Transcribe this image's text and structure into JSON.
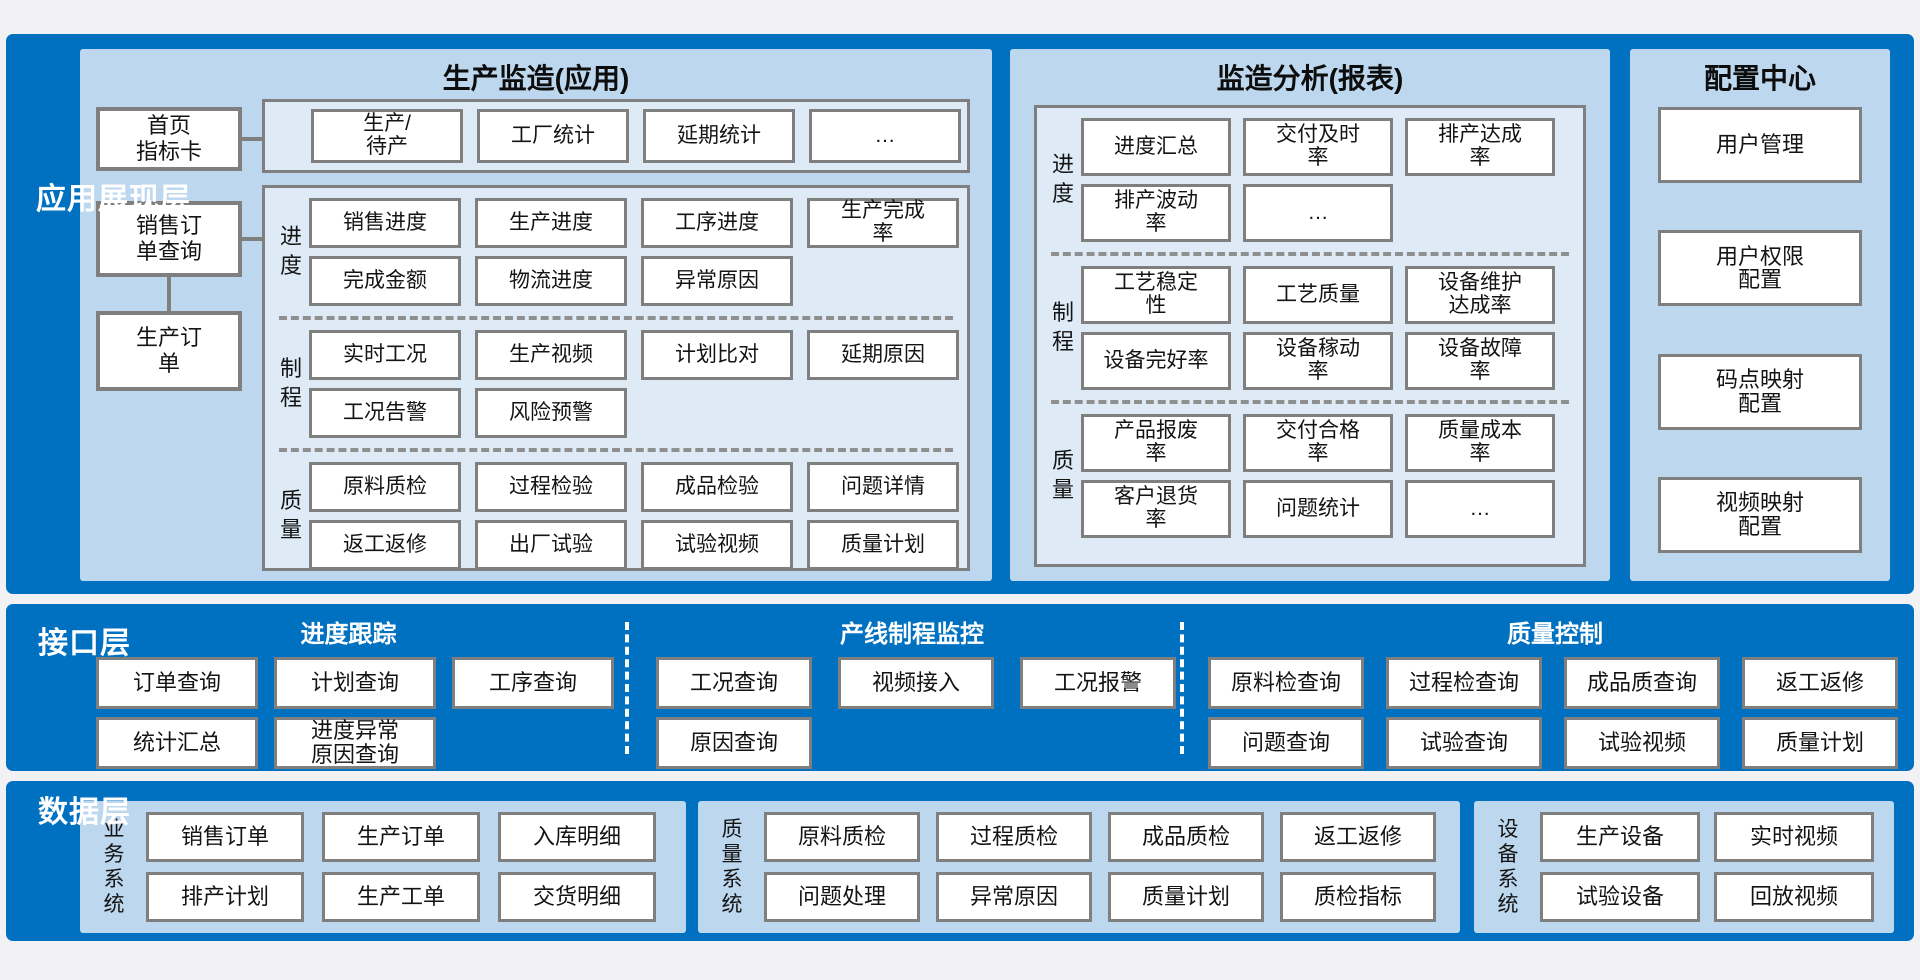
{
  "colors": {
    "layer_blue": "#0070C0",
    "panel_light_blue": "#BDD7EE",
    "subpanel_blue": "#DEEBF7",
    "box_border_gray": "#7F7F7F",
    "box_fill": "#FFFFFF",
    "text_dark": "#141414",
    "text_light": "#FFFFFF"
  },
  "app_layer": {
    "label": "应用展现层",
    "production_panel": {
      "title": "生产监造(应用)",
      "nav": [
        "首页\n指标卡",
        "销售订\n单查询",
        "生产订\n单"
      ],
      "overview_rows": [
        [
          "生产/\n待产",
          "工厂统计",
          "延期统计",
          "…"
        ]
      ],
      "sections": [
        {
          "label": "进\n度",
          "rows": [
            [
              "销售进度",
              "生产进度",
              "工序进度",
              "生产完成\n率"
            ],
            [
              "完成金额",
              "物流进度",
              "异常原因"
            ]
          ]
        },
        {
          "label": "制\n程",
          "rows": [
            [
              "实时工况",
              "生产视频",
              "计划比对",
              "延期原因"
            ],
            [
              "工况告警",
              "风险预警"
            ]
          ]
        },
        {
          "label": "质\n量",
          "rows": [
            [
              "原料质检",
              "过程检验",
              "成品检验",
              "问题详情"
            ],
            [
              "返工返修",
              "出厂试验",
              "试验视频",
              "质量计划"
            ]
          ]
        }
      ]
    },
    "analysis_panel": {
      "title": "监造分析(报表)",
      "sections": [
        {
          "label": "进\n度",
          "rows": [
            [
              "进度汇总",
              "交付及时\n率",
              "排产达成\n率"
            ],
            [
              "排产波动\n率",
              "…"
            ]
          ]
        },
        {
          "label": "制\n程",
          "rows": [
            [
              "工艺稳定\n性",
              "工艺质量",
              "设备维护\n达成率"
            ],
            [
              "设备完好率",
              "设备稼动\n率",
              "设备故障\n率"
            ]
          ]
        },
        {
          "label": "质\n量",
          "rows": [
            [
              "产品报废\n率",
              "交付合格\n率",
              "质量成本\n率"
            ],
            [
              "客户退货\n率",
              "问题统计",
              "…"
            ]
          ]
        }
      ]
    },
    "config_panel": {
      "title": "配置中心",
      "items": [
        "用户管理",
        "用户权限\n配置",
        "码点映射\n配置",
        "视频映射\n配置"
      ]
    }
  },
  "interface_layer": {
    "label": "接口层",
    "groups": [
      {
        "title": "进度跟踪",
        "rows": [
          [
            "订单查询",
            "计划查询",
            "工序查询"
          ],
          [
            "统计汇总",
            "进度异常\n原因查询"
          ]
        ]
      },
      {
        "title": "产线制程监控",
        "rows": [
          [
            "工况查询",
            "视频接入",
            "工况报警"
          ],
          [
            "原因查询"
          ]
        ]
      },
      {
        "title": "质量控制",
        "rows": [
          [
            "原料检查询",
            "过程检查询",
            "成品质查询",
            "返工返修"
          ],
          [
            "问题查询",
            "试验查询",
            "试验视频",
            "质量计划"
          ]
        ]
      }
    ]
  },
  "data_layer": {
    "label": "数据层",
    "systems": [
      {
        "label": "业\n务\n系\n统",
        "rows": [
          [
            "销售订单",
            "生产订单",
            "入库明细"
          ],
          [
            "排产计划",
            "生产工单",
            "交货明细"
          ]
        ]
      },
      {
        "label": "质\n量\n系\n统",
        "rows": [
          [
            "原料质检",
            "过程质检",
            "成品质检",
            "返工返修"
          ],
          [
            "问题处理",
            "异常原因",
            "质量计划",
            "质检指标"
          ]
        ]
      },
      {
        "label": "设\n备\n系\n统",
        "rows": [
          [
            "生产设备",
            "实时视频"
          ],
          [
            "试验设备",
            "回放视频"
          ]
        ]
      }
    ]
  }
}
